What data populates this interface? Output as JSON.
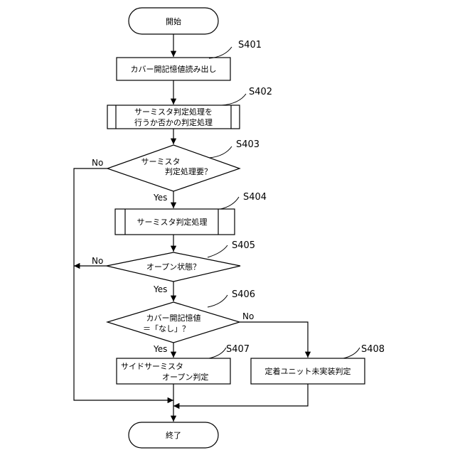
{
  "start_label": "開始",
  "end_label": "終了",
  "steps": {
    "s401": {
      "id": "S401",
      "label": "カバー開記憶値読み出し"
    },
    "s402": {
      "id": "S402",
      "line1": "サーミスタ判定処理を",
      "line2": "行うか否かの判定処理"
    },
    "s403": {
      "id": "S403",
      "line1": "サーミスタ",
      "line2": "判定処理要？"
    },
    "s404": {
      "id": "S404",
      "label": "サーミスタ判定処理"
    },
    "s405": {
      "id": "S405",
      "label": "オープン状態？"
    },
    "s406": {
      "id": "S406",
      "line1": "カバー開記憶値",
      "line2": "＝「なし」？"
    },
    "s407": {
      "id": "S407",
      "line1": "サイドサーミスタ",
      "line2": "オープン判定"
    },
    "s408": {
      "id": "S408",
      "label": "定着ユニット未実装判定"
    }
  },
  "branches": {
    "yes": "Yes",
    "no": "No"
  }
}
